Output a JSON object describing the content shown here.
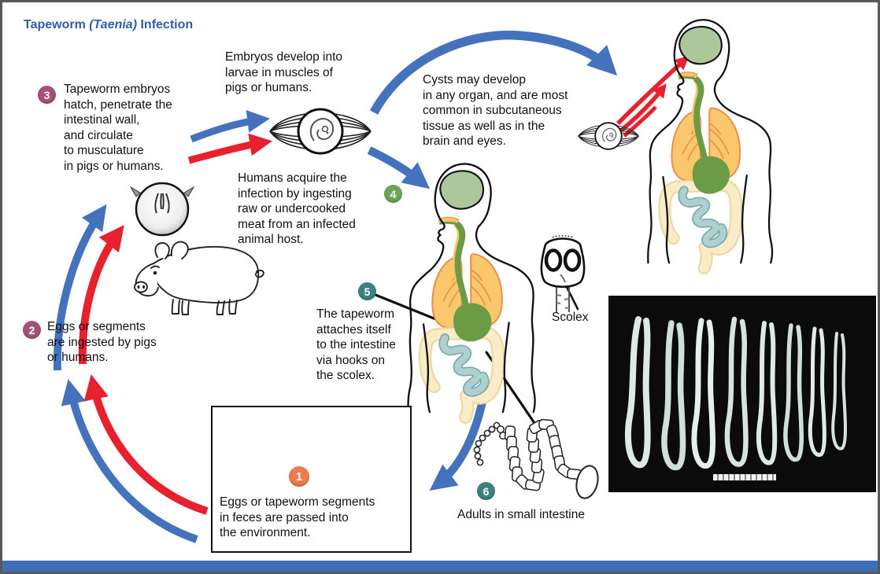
{
  "title": {
    "part1": "Tapeworm ",
    "part2": "(Taenia)",
    "part3": " Infection"
  },
  "steps": [
    {
      "num": "1",
      "text": "Eggs or tapeworm segments\nin feces are passed into\nthe environment.",
      "badge_color": "#ed7a50"
    },
    {
      "num": "2",
      "text": "Eggs or segments\nare ingested by pigs\nor humans.",
      "badge_color": "#a85078"
    },
    {
      "num": "3",
      "text": "Tapeworm embryos\nhatch, penetrate the\nintestinal wall,\nand circulate\nto musculature\nin pigs or humans.",
      "badge_color": "#a85078"
    },
    {
      "num": "4",
      "text": "Humans acquire the\ninfection by ingesting\nraw or undercooked\nmeat from an infected\nanimal host.",
      "badge_color": "#6aa653"
    },
    {
      "num": "5",
      "text": "The tapeworm\nattaches itself\nto the intestine\nvia hooks on\nthe scolex.",
      "badge_color": "#3e8181"
    },
    {
      "num": "6",
      "text": "Adults in small intestine",
      "badge_color": "#3e8181"
    }
  ],
  "annotations": {
    "embryos_develop": "Embryos develop into\nlarvae in muscles of\npigs or humans.",
    "cysts": "Cysts may develop\nin any organ, and are most\ncommon in subcutaneous\ntissue as well as in the\nbrain and eyes.",
    "scolex_label": "Scolex"
  },
  "colors": {
    "title_blue": "#2e5fa3",
    "arrow_blue": "#4472bc",
    "arrow_red": "#e8212f",
    "bottom_bar_blue": "#3f6db6",
    "border_gray": "#57585a",
    "brain_green": "#adc79d",
    "lung_orange": "#fbc76d",
    "gut_green": "#6b9c45",
    "large_intestine_cream": "#f9ecc6",
    "small_intestine_teal": "#aed0d0",
    "photo_background": "#0b0b0b"
  }
}
